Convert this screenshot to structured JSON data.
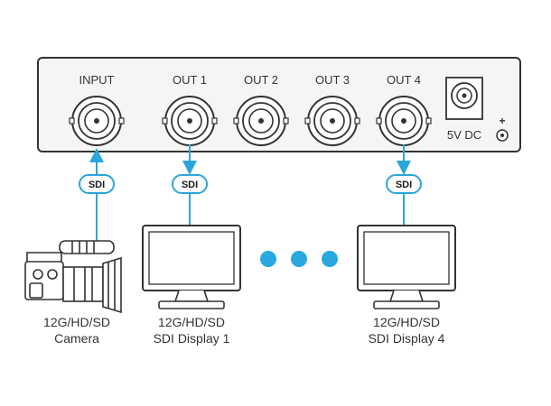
{
  "device": {
    "ports": [
      {
        "id": "input",
        "label": "INPUT"
      },
      {
        "id": "out1",
        "label": "OUT 1"
      },
      {
        "id": "out2",
        "label": "OUT 2"
      },
      {
        "id": "out3",
        "label": "OUT 3"
      },
      {
        "id": "out4",
        "label": "OUT 4"
      }
    ],
    "power_label": "5V DC",
    "polarity_symbol": "+"
  },
  "cables": {
    "input": {
      "label": "SDI"
    },
    "out1": {
      "label": "SDI"
    },
    "out4": {
      "label": "SDI"
    }
  },
  "endpoints": {
    "camera": {
      "line1": "12G/HD/SD",
      "line2": "Camera"
    },
    "display1": {
      "line1": "12G/HD/SD",
      "line2": "SDI Display 1"
    },
    "display4": {
      "line1": "12G/HD/SD",
      "line2": "SDI Display 4"
    }
  },
  "colors": {
    "cable": "#2ba6d9",
    "dots": "#29a8e0",
    "panel_stroke": "#333333",
    "text": "#333333"
  }
}
